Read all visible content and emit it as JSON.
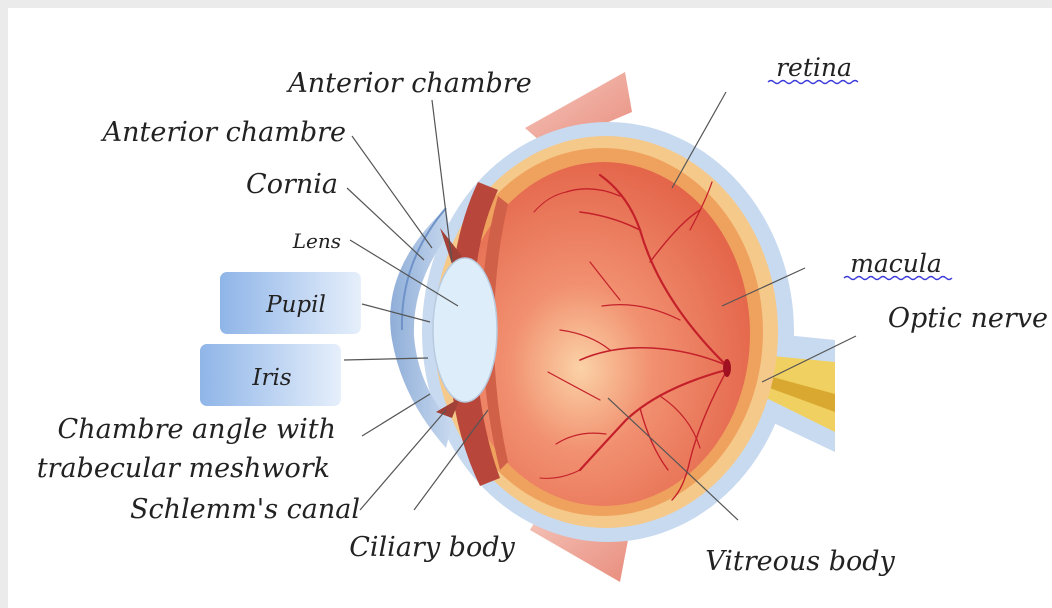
{
  "labels": {
    "anterior_chambre_top": "Anterior chambre",
    "anterior_chambre": "Anterior chambre",
    "cornia": "Cornia",
    "lens": "Lens",
    "pupil": "Pupil",
    "iris": "Iris",
    "chambre_angle_line1": "Chambre angle with",
    "chambre_angle_line2": "trabecular meshwork",
    "schlemms_canal": "Schlemm's canal",
    "ciliary_body": "Ciliary body",
    "retina": "retina",
    "macula": "macula",
    "optic_nerve": "Optic nerve",
    "vitreous_body": "Vitreous body"
  },
  "colors": {
    "vitreous": "#e8664a",
    "sclera": "#f0b070",
    "outer_layer": "#c8daf0",
    "lens": "#ddeefa",
    "optic_nerve": "#e8c040",
    "label_box": "#9dc0ec",
    "vessel": "#c4202a",
    "spellcheck_underline": "#3a3ad8"
  }
}
